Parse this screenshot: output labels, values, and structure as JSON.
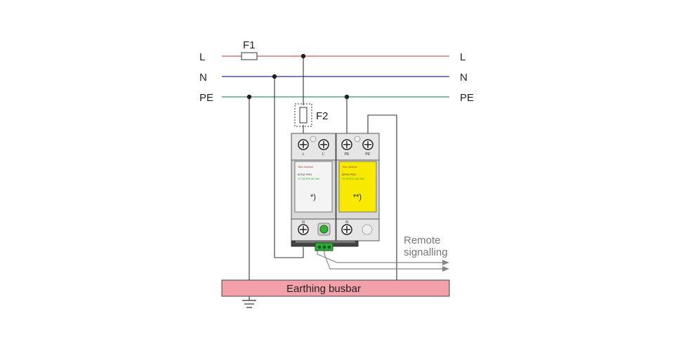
{
  "lines": {
    "l": {
      "left": "L",
      "right": "L",
      "color": "#d9534f"
    },
    "n": {
      "left": "N",
      "right": "N",
      "color": "#2e2f8f"
    },
    "pe": {
      "left": "PE",
      "right": "PE",
      "color": "#2e9e6a"
    }
  },
  "fuses": {
    "f1": "F1",
    "f2": "F2"
  },
  "module_left": {
    "terminal_top_a": "L",
    "terminal_top_b": "L'",
    "terminal_bottom": "N",
    "brand": "Tele-/busbar",
    "model": "BTRZ PRO",
    "code": "ST BCPM 30 SW",
    "note": "*)",
    "window_color": "#f4f4f4"
  },
  "module_right": {
    "terminal_top_a": "PE",
    "terminal_top_b": "PE'",
    "terminal_bottom": "N",
    "brand": "Tele-/busbar",
    "model": "BTRZ PRO",
    "code": "ST BTVZ 100 SW",
    "note": "**)",
    "window_color": "#f7ea00"
  },
  "remote": {
    "line1": "Remote",
    "line2": "signalling"
  },
  "busbar": {
    "label": "Earthing busbar",
    "color": "#f2a0aa"
  }
}
